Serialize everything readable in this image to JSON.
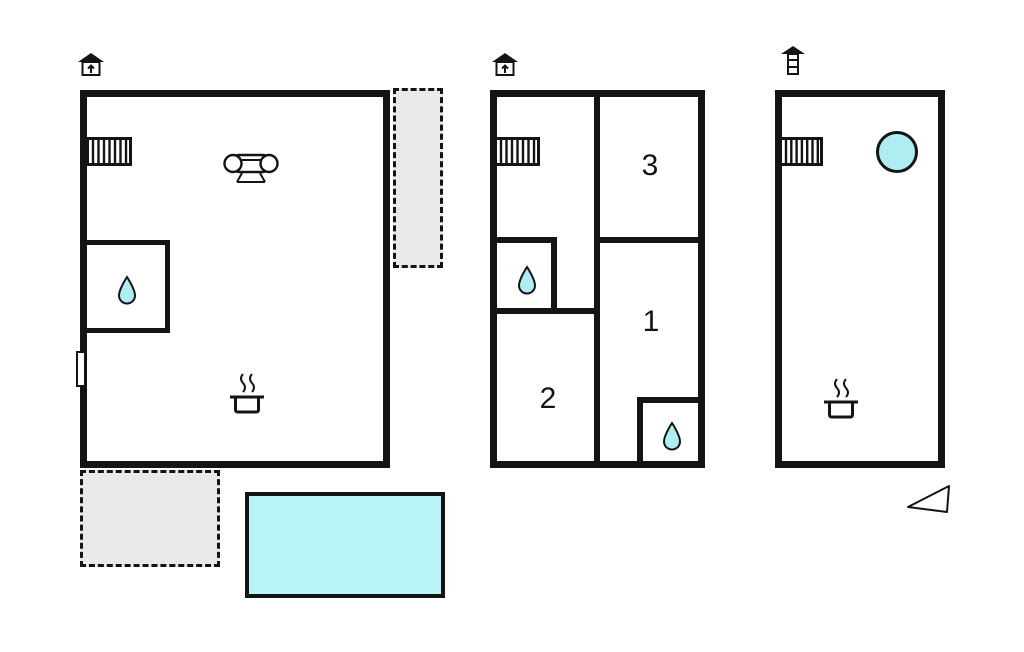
{
  "colors": {
    "wall": "#141414",
    "water_drop": "#aeeef2",
    "pool": "#b7f3f7",
    "terrace": "#e7eae6",
    "background": "#ffffff"
  },
  "floors": [
    {
      "id": "ground-floor",
      "rooms": [],
      "features": [
        "entrance-icon",
        "stairs-icon",
        "sofa-icon",
        "bathroom-with-water-drop",
        "stove-icon",
        "door-marker",
        "terrace-right",
        "terrace-bottom",
        "pool"
      ]
    },
    {
      "id": "upper-floor",
      "rooms": [
        {
          "label": "3"
        },
        {
          "label": "1"
        },
        {
          "label": "2"
        }
      ],
      "features": [
        "entrance-icon",
        "stairs-icon",
        "bathroom-with-water-drop",
        "small-bathroom-with-water-drop"
      ]
    },
    {
      "id": "top-floor",
      "rooms": [],
      "features": [
        "chimney-icon",
        "stairs-icon",
        "hot-tub-circle",
        "stove-icon",
        "north-arrow"
      ]
    }
  ],
  "icons": {
    "entrance": "house-with-up-arrow",
    "chimney": "house-roof-with-vent",
    "stairs": "hatched-rectangle",
    "sofa": "sofa-top-view",
    "stove": "pot-with-steam",
    "water": "teardrop",
    "hot_tub": "cyan-circle",
    "north_arrow": "thin-triangle"
  }
}
